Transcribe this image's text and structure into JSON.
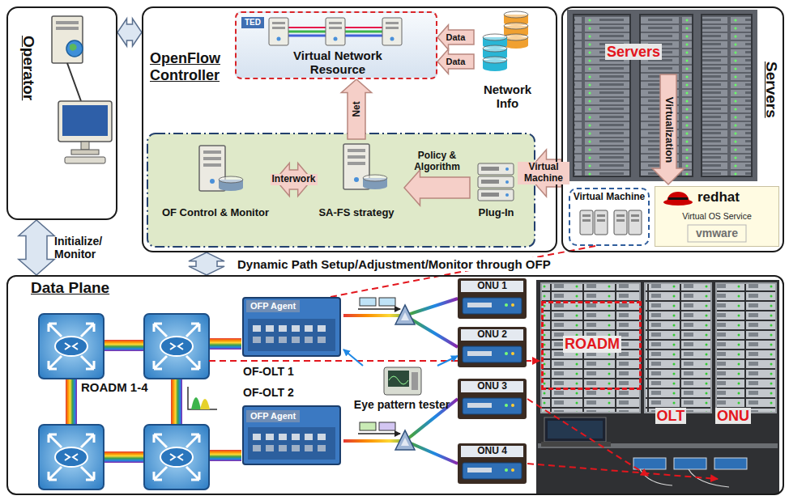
{
  "diagram": {
    "nodes": [
      {
        "text": [
          "Operator"
        ]
      },
      {
        "text": [
          "OpenFlow Controller"
        ]
      },
      {
        "text": [
          "TED",
          "Virtual Network Resource"
        ],
        "in": 1
      },
      {
        "text": [
          "Network Info"
        ],
        "in": 1
      },
      {
        "text": [
          "OF Control & Monitor"
        ],
        "in": 1
      },
      {
        "text": [
          "SA-FS strategy"
        ],
        "in": 1
      },
      {
        "text": [
          "Plug-In"
        ],
        "in": 1
      },
      {
        "text": [
          "Servers"
        ]
      },
      {
        "text": [
          "Virtual Machine"
        ],
        "in": 7
      },
      {
        "text": [
          "redhat",
          "Virtual OS Service",
          "vmware"
        ],
        "in": 7
      },
      {
        "text": [
          "Data Plane"
        ]
      },
      {
        "text": [
          "OFP Agent",
          "OF-OLT 1"
        ],
        "in": 10
      },
      {
        "text": [
          "OF-OLT 2",
          "OFP Agent"
        ],
        "in": 10
      },
      {
        "text": [
          "ONU 1"
        ],
        "in": 10
      },
      {
        "text": [
          "ONU 2"
        ],
        "in": 10
      },
      {
        "text": [
          "ONU 3"
        ],
        "in": 10
      },
      {
        "text": [
          "ONU 4"
        ],
        "in": 10
      },
      {
        "text": [
          "Eye pattern tester"
        ],
        "in": 10
      },
      {
        "text": [
          "ROADM"
        ],
        "in": 10
      }
    ],
    "edges": [
      {
        "from": 0,
        "to": 1,
        "arrow": "both"
      },
      {
        "from": 0,
        "to": 10,
        "label": "Initialize/ Monitor",
        "arrow": "both"
      },
      {
        "from": 1,
        "to": 10,
        "label": "Dynamic Path Setup/Adjustment/Monitor through OFP",
        "arrow": "both"
      },
      {
        "from": 3,
        "to": 2,
        "label": "Data",
        "arrow": "to"
      },
      {
        "from": 3,
        "to": 2,
        "label": "Data",
        "arrow": "to"
      },
      {
        "from": 4,
        "to": 5,
        "label": "Interwork",
        "arrow": "both"
      },
      {
        "from": 6,
        "to": 5,
        "label": "Policy & Algorithm",
        "arrow": "to"
      },
      {
        "from": 5,
        "to": 2,
        "label": "Net",
        "arrow": "to"
      },
      {
        "from": 7,
        "to": 6,
        "label": "Virtual Machine",
        "arrow": "to"
      },
      {
        "from": 11,
        "to": 13,
        "arrow": "none"
      },
      {
        "from": 11,
        "to": 14,
        "arrow": "none"
      },
      {
        "from": 12,
        "to": 15,
        "arrow": "none"
      },
      {
        "from": 12,
        "to": 16,
        "arrow": "none"
      },
      {
        "from": 17,
        "to": 11,
        "arrow": "to"
      },
      {
        "from": 17,
        "to": 14,
        "arrow": "to"
      }
    ],
    "labels": [
      "Servers",
      "Virtualization",
      "ROADM 1-4",
      "OLT",
      "ONU"
    ]
  }
}
